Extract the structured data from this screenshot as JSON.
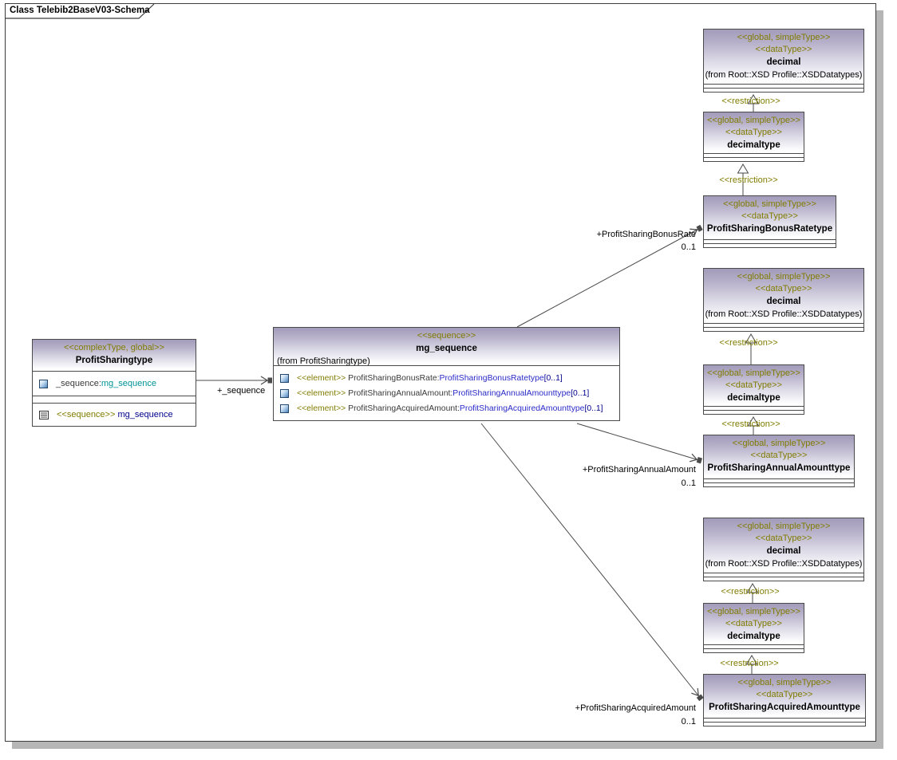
{
  "frame": {
    "title": "Class Telebib2BaseV03-Schema"
  },
  "left_class": {
    "stereotype": "<<complexType, global>>",
    "name": "ProfitSharingtype",
    "attribute": {
      "name": "_sequence:",
      "type": "mg_sequence"
    },
    "operation": {
      "stereotype": "<<sequence>>",
      "name": "mg_sequence"
    }
  },
  "sequence_association": {
    "role": "+_sequence"
  },
  "center_class": {
    "stereotype": "<<sequence>>",
    "name": "mg_sequence",
    "from": "(from ProfitSharingtype)",
    "elements": [
      {
        "stereotype": "<<element>>",
        "name": "ProfitSharingBonusRate:",
        "type": "ProfitSharingBonusRatetype",
        "multiplicity": "[0..1]"
      },
      {
        "stereotype": "<<element>>",
        "name": "ProfitSharingAnnualAmount:",
        "type": "ProfitSharingAnnualAmounttype",
        "multiplicity": "[0..1]"
      },
      {
        "stereotype": "<<element>>",
        "name": "ProfitSharingAcquiredAmount:",
        "type": "ProfitSharingAcquiredAmounttype",
        "multiplicity": "[0..1]"
      }
    ]
  },
  "groups": [
    {
      "base": {
        "stereotype1": "<<global, simpleType>>",
        "stereotype2": "<<dataType>>",
        "name": "decimal",
        "from": "(from Root::XSD Profile::XSDDatatypes)"
      },
      "restriction_upper": "<<restriction>>",
      "middle": {
        "stereotype1": "<<global, simpleType>>",
        "stereotype2": "<<dataType>>",
        "name": "decimaltype"
      },
      "restriction_lower": "<<restriction>>",
      "leaf": {
        "stereotype1": "<<global, simpleType>>",
        "stereotype2": "<<dataType>>",
        "name": "ProfitSharingBonusRatetype"
      },
      "association": {
        "role": "+ProfitSharingBonusRate",
        "multiplicity": "0..1"
      }
    },
    {
      "base": {
        "stereotype1": "<<global, simpleType>>",
        "stereotype2": "<<dataType>>",
        "name": "decimal",
        "from": "(from Root::XSD Profile::XSDDatatypes)"
      },
      "restriction_upper": "<<restriction>>",
      "middle": {
        "stereotype1": "<<global, simpleType>>",
        "stereotype2": "<<dataType>>",
        "name": "decimaltype"
      },
      "restriction_lower": "<<restriction>>",
      "leaf": {
        "stereotype1": "<<global, simpleType>>",
        "stereotype2": "<<dataType>>",
        "name": "ProfitSharingAnnualAmounttype"
      },
      "association": {
        "role": "+ProfitSharingAnnualAmount",
        "multiplicity": "0..1"
      }
    },
    {
      "base": {
        "stereotype1": "<<global, simpleType>>",
        "stereotype2": "<<dataType>>",
        "name": "decimal",
        "from": "(from Root::XSD Profile::XSDDatatypes)"
      },
      "restriction_upper": "<<restriction>>",
      "middle": {
        "stereotype1": "<<global, simpleType>>",
        "stereotype2": "<<dataType>>",
        "name": "decimaltype"
      },
      "restriction_lower": "<<restriction>>",
      "leaf": {
        "stereotype1": "<<global, simpleType>>",
        "stereotype2": "<<dataType>>",
        "name": "ProfitSharingAcquiredAmounttype"
      },
      "association": {
        "role": "+ProfitSharingAcquiredAmount",
        "multiplicity": "0..1"
      }
    }
  ],
  "colors": {
    "stereotype_text": "#807c00",
    "type_link_blue": "#2b2bc8",
    "attribute_type_teal": "#009396",
    "operation_navy": "#00008b",
    "header_gradient_top": "#a29bba",
    "box_border": "#4a4a4a",
    "frame_shadow": "#b6b6b6"
  }
}
